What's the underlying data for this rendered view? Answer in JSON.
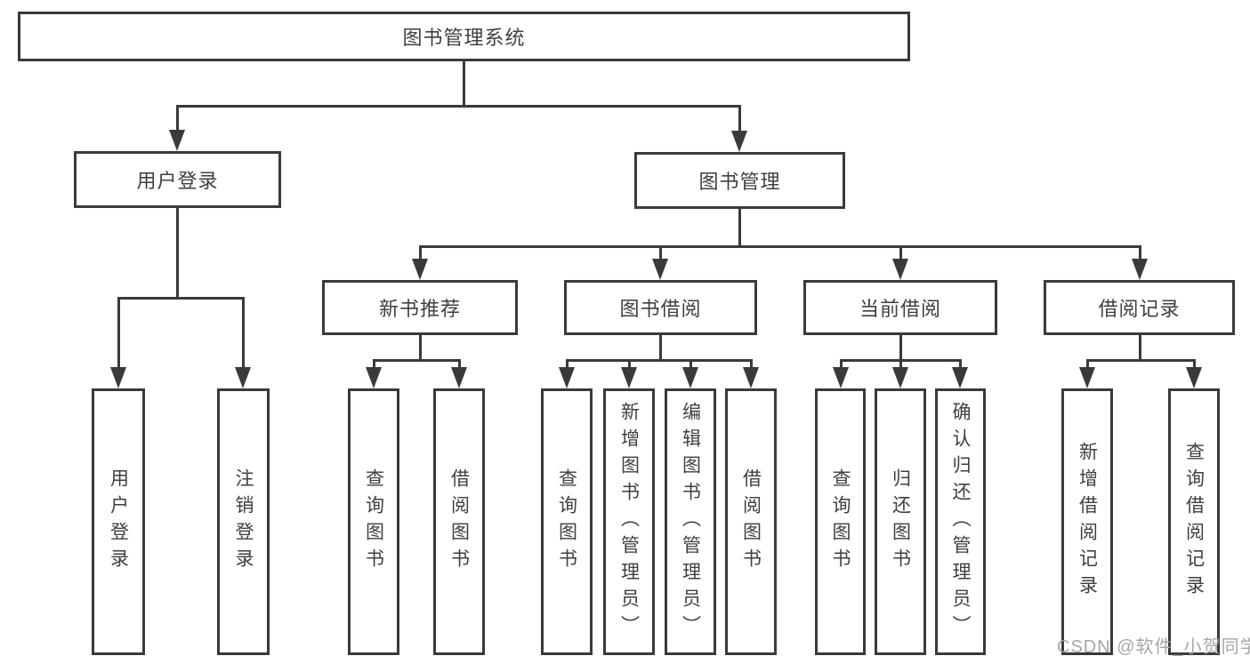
{
  "colors": {
    "line": "#3a3a3a",
    "text": "#3f3f3f",
    "background": "#ffffff",
    "watermark": "#9e9e9e"
  },
  "tree": {
    "root": {
      "label": "图书管理系统"
    },
    "level2": [
      {
        "label": "用户登录"
      },
      {
        "label": "图书管理"
      }
    ],
    "level3": [
      {
        "label": "新书推荐"
      },
      {
        "label": "图书借阅"
      },
      {
        "label": "当前借阅"
      },
      {
        "label": "借阅记录"
      }
    ],
    "leaves": {
      "user_login": [
        {
          "label": "用户登录"
        },
        {
          "label": "注销登录"
        }
      ],
      "new_book": [
        {
          "label": "查询图书"
        },
        {
          "label": "借阅图书"
        }
      ],
      "book_borrow": [
        {
          "label": "查询图书"
        },
        {
          "label": "新增图书（管理员）"
        },
        {
          "label": "编辑图书（管理员）"
        },
        {
          "label": "借阅图书"
        }
      ],
      "current_borrow": [
        {
          "label": "查询图书"
        },
        {
          "label": "归还图书"
        },
        {
          "label": "确认归还（管理员）"
        }
      ],
      "borrow_records": [
        {
          "label": "新增借阅记录"
        },
        {
          "label": "查询借阅记录"
        }
      ]
    }
  },
  "watermark": {
    "text": "CSDN @软件_小贺同学"
  }
}
